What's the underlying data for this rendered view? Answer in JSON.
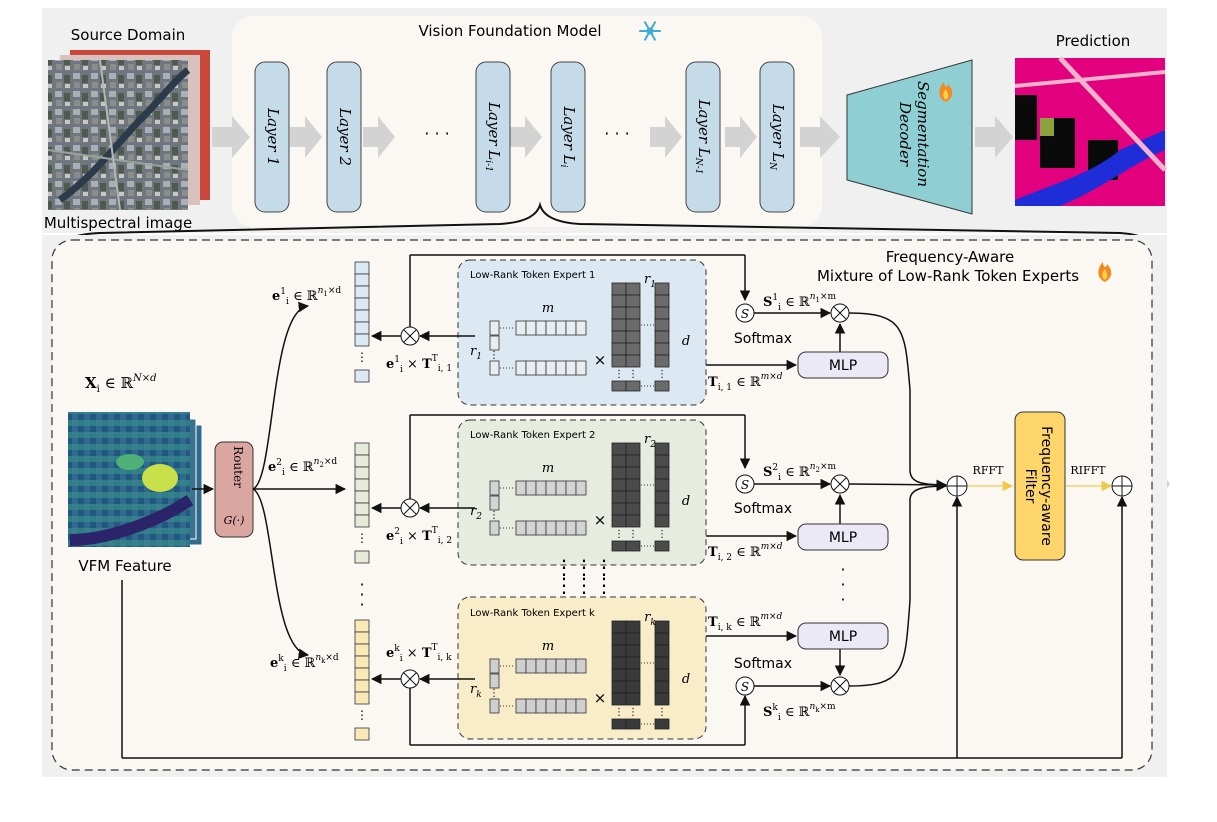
{
  "top": {
    "source_domain_label": "Source Domain",
    "multispectral_label": "Multispectral image",
    "vfm_title": "Vision Foundation Model",
    "prediction_label": "Prediction",
    "layers": [
      {
        "name": "Layer",
        "sub": "1"
      },
      {
        "name": "Layer",
        "sub": "2"
      },
      {
        "name": "Layer",
        "sub": "L",
        "subsub": "i-1"
      },
      {
        "name": "Layer",
        "sub": "L",
        "subsub": "i"
      },
      {
        "name": "Layer",
        "sub": "L",
        "subsub": "N-1"
      },
      {
        "name": "Layer",
        "sub": "L",
        "subsub": "N"
      }
    ],
    "ellipsis": "· · ·",
    "decoder_label_1": "Segmentation",
    "decoder_label_2": "Decoder"
  },
  "bottom": {
    "title_line_1": "Frequency-Aware",
    "title_line_2": "Mixture of Low-Rank Token Experts",
    "input_label": "VFM Feature",
    "input_math": "X",
    "input_math_sub": "i",
    "input_math_rest": " ∈ ℝ",
    "input_math_sup": "N×d",
    "router_label": "Router",
    "router_func": "G(·)",
    "softmax_label": "Softmax",
    "mlp_label": "MLP",
    "rfft_label": "RFFT",
    "rifft_label": "RIFFT",
    "filter_label_1": "Frequency-aware",
    "filter_label_2": "Filter",
    "experts": [
      {
        "title": "Low-Rank Token Expert 1",
        "rank": "r",
        "rank_sub": "1",
        "m": "m",
        "d": "d",
        "e_sup": "1",
        "n_sub": "1",
        "T_sub": "i, 1",
        "color": "#dde9f2",
        "stroke": "#3a3a3a"
      },
      {
        "title": "Low-Rank Token Expert 2",
        "rank": "r",
        "rank_sub": "2",
        "m": "m",
        "d": "d",
        "e_sup": "2",
        "n_sub": "2",
        "T_sub": "i, 2",
        "color": "#e6ecdf",
        "stroke": "#3a3a3a"
      },
      {
        "title": "Low-Rank Token Expert k",
        "rank": "r",
        "rank_sub": "k",
        "m": "m",
        "d": "d",
        "e_sup": "k",
        "n_sub": "k",
        "T_sub": "i, k",
        "color": "#f8ecc9",
        "stroke": "#3a3a3a"
      }
    ],
    "times": "×",
    "s_label": "S"
  },
  "colors": {
    "panel_bg": "#f1f1f1",
    "vfm_bg": "#fbf8f3",
    "layer_fill": "#c5dbea",
    "decoder_fill": "#8fcfd3",
    "router_fill": "#dba6a2",
    "filter_fill": "#fdd56b",
    "mlp_fill": "#ece9f6",
    "token_blue": "#dce8f3",
    "token_green": "#e4ebd8",
    "token_yellow": "#fae8b8",
    "yellow_arrow": "#f5d36a"
  }
}
